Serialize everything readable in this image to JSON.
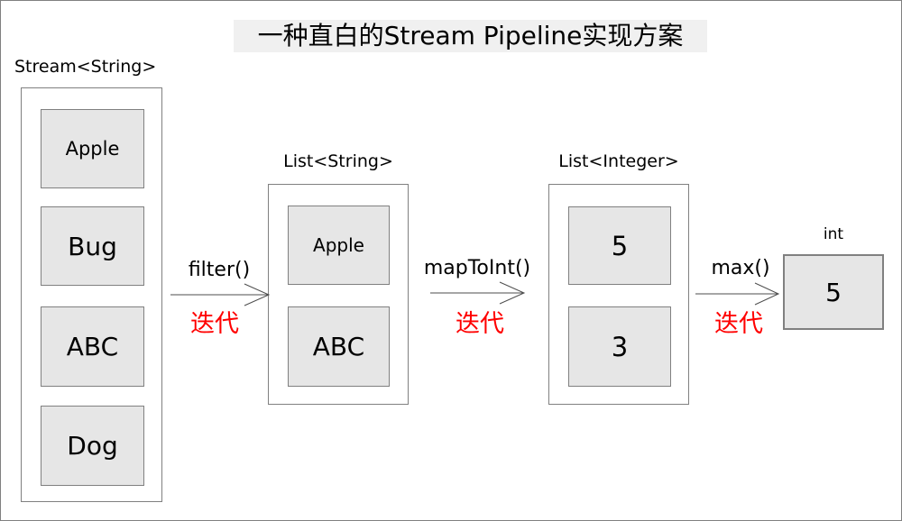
{
  "title": {
    "text": "一种直白的Stream Pipeline实现方案"
  },
  "columns": [
    {
      "label": "Stream<String>",
      "items": [
        "Apple",
        "Bug",
        "ABC",
        "Dog"
      ]
    },
    {
      "label": "List<String>",
      "items": [
        "Apple",
        "ABC"
      ]
    },
    {
      "label": "List<Integer>",
      "items": [
        "5",
        "3"
      ]
    }
  ],
  "arrows": [
    {
      "op": "filter()",
      "note": "迭代"
    },
    {
      "op": "mapToInt()",
      "note": "迭代"
    },
    {
      "op": "max()",
      "note": "迭代"
    }
  ],
  "result": {
    "label": "int",
    "value": "5"
  },
  "colors": {
    "box_fill": "#e6e6e6",
    "box_border": "#808080",
    "container_border": "#808080",
    "canvas_border": "#808080",
    "title_background": "#f0f0f0",
    "iterate_text": "#ff0000",
    "arrow_stroke": "#4d4d4d",
    "text": "#000000"
  }
}
